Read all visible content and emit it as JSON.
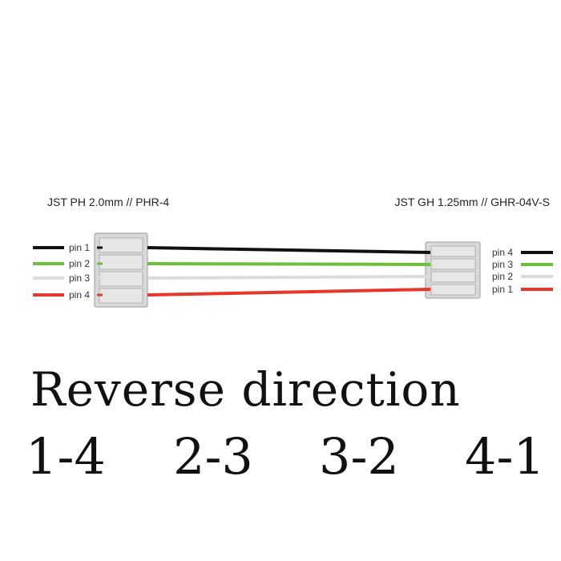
{
  "connectors": {
    "left": {
      "title": "JST PH 2.0mm // PHR-4"
    },
    "right": {
      "title": "JST GH 1.25mm // GHR-04V-S"
    }
  },
  "colors": {
    "black": "#111111",
    "green": "#6cbf3a",
    "white": "#dcdcdc",
    "red": "#e8362b",
    "housing": "#d9d9d9",
    "housing_edge": "#9a9a9a"
  },
  "wires": [
    {
      "color": "black",
      "left_label": "pin 1",
      "right_label": "pin 4"
    },
    {
      "color": "green",
      "left_label": "pin 2",
      "right_label": "pin 3"
    },
    {
      "color": "white",
      "left_label": "pin 3",
      "right_label": "pin 2"
    },
    {
      "color": "red",
      "left_label": "pin 4",
      "right_label": "pin 1"
    }
  ],
  "caption": {
    "line1": "Reverse direction",
    "pairs": [
      "1-4",
      "2-3",
      "3-2",
      "4-1"
    ]
  }
}
